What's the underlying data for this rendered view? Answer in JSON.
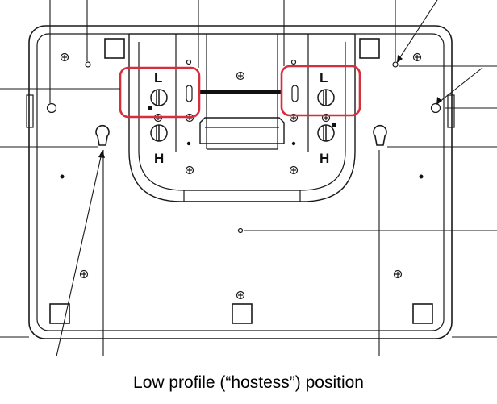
{
  "caption": "Low profile (“hostess”) position",
  "slot_labels": {
    "left_top": "L",
    "left_bottom": "H",
    "right_top": "L",
    "right_bottom": "H"
  },
  "colors": {
    "outline": "#1a1a1a",
    "highlight": "#d62f3c"
  }
}
